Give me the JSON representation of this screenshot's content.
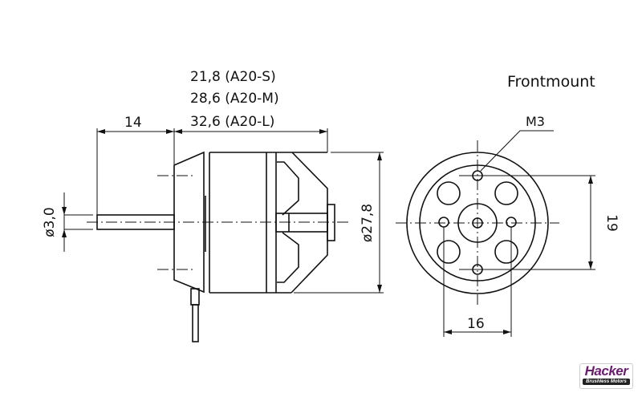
{
  "title": "Frontmount",
  "dimensions": {
    "length_s": "21,8 (A20-S)",
    "length_m": "28,6 (A20-M)",
    "length_l": "32,6 (A20-L)",
    "shaft_length": "14",
    "shaft_diameter": "ø3,0",
    "body_diameter": "ø27,8",
    "thread": "M3",
    "hole_spacing_vertical": "19",
    "hole_spacing_horizontal": "16"
  },
  "logo": {
    "brand": "Hacker",
    "tagline": "Brushless Motors"
  }
}
